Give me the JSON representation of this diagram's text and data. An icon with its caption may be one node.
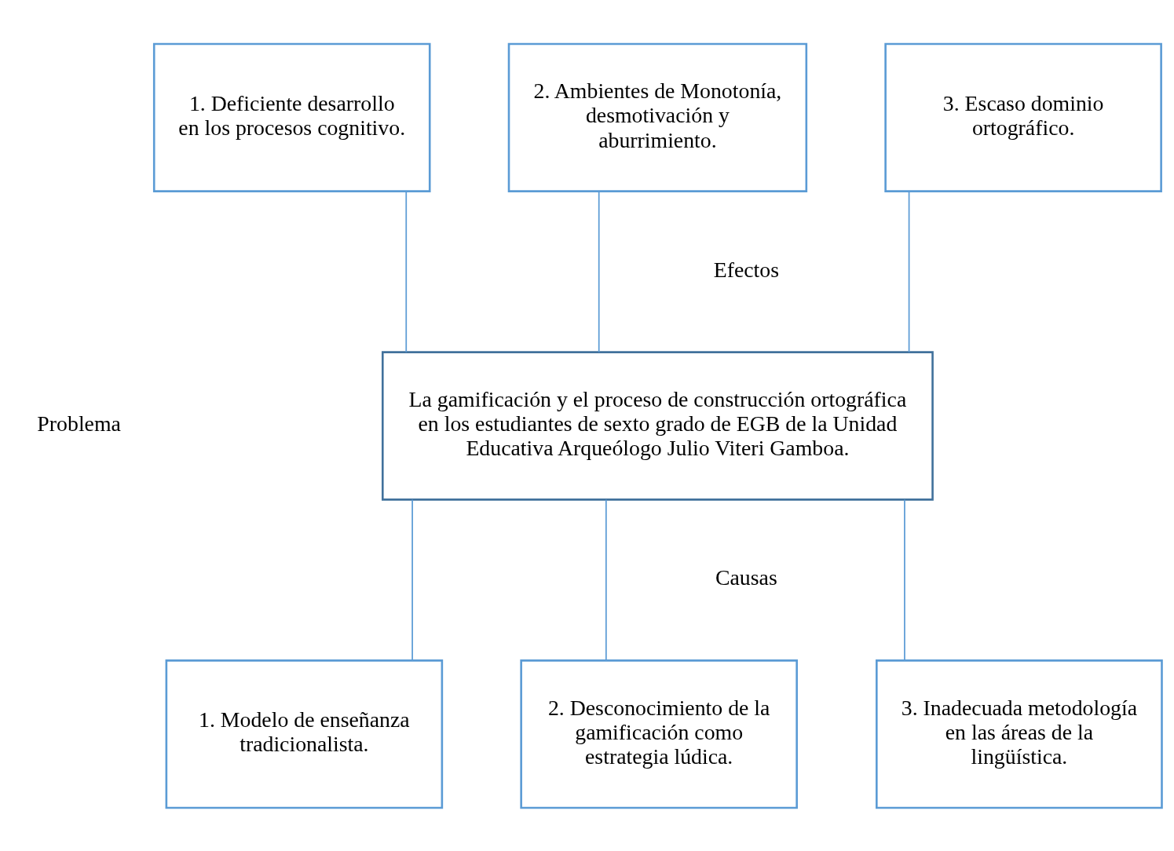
{
  "diagram": {
    "nodes": [
      {
        "text": [
          "1. Deficiente desarrollo en los procesos cognitivo."
        ]
      },
      {
        "text": [
          "2. Ambientes de Monotonía, desmotivación y aburrimiento."
        ]
      },
      {
        "text": [
          "3. Escaso dominio ortográfico."
        ]
      },
      {
        "text": [
          "La gamificación y el proceso de construcción ortográfica en los estudiantes de sexto grado de EGB de la Unidad Educativa Arqueólogo Julio Viteri Gamboa."
        ]
      },
      {
        "text": [
          "1. Modelo de enseñanza tradicionalista."
        ]
      },
      {
        "text": [
          "2. Desconocimiento de la gamificación como estrategia lúdica."
        ]
      },
      {
        "text": [
          "3. Inadecuada metodología en las áreas de la lingüística."
        ]
      }
    ],
    "edges": [
      {
        "from": 0,
        "to": 3,
        "arrow": "none"
      },
      {
        "from": 1,
        "to": 3,
        "arrow": "none"
      },
      {
        "from": 2,
        "to": 3,
        "arrow": "none"
      },
      {
        "from": 3,
        "to": 4,
        "arrow": "none"
      },
      {
        "from": 3,
        "to": 5,
        "arrow": "none"
      },
      {
        "from": 3,
        "to": 6,
        "arrow": "none"
      }
    ],
    "labels": [
      "Efectos",
      "Problema",
      "Causas"
    ]
  }
}
